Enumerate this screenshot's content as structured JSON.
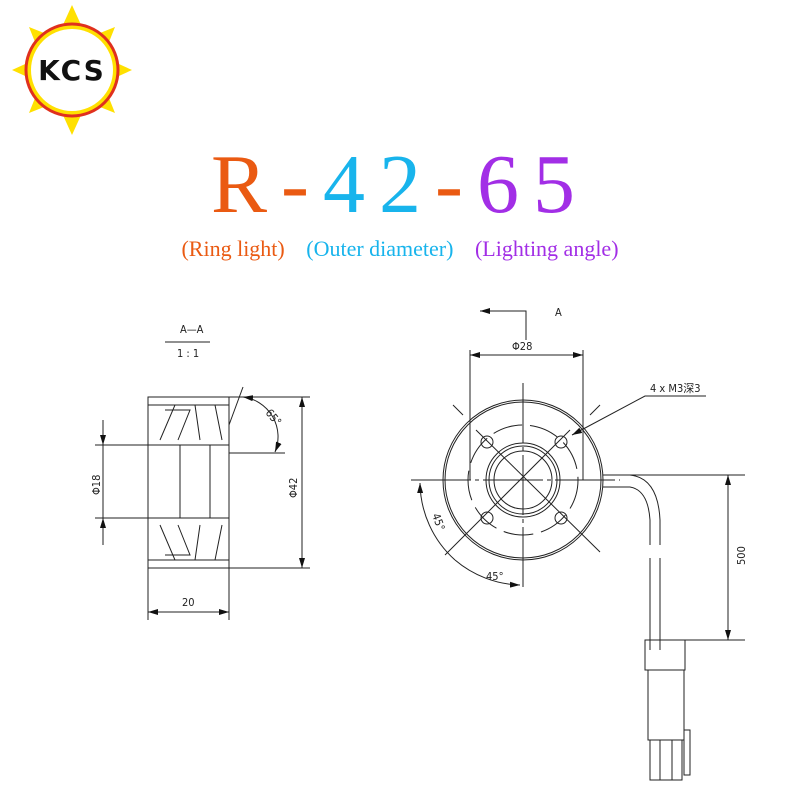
{
  "logo": {
    "text": "KCS",
    "colors": {
      "sun": "#ffe000",
      "ring": "#e0301e"
    }
  },
  "title": {
    "parts": [
      {
        "text": "R",
        "color": "#ea5a12"
      },
      {
        "text": "-",
        "color": "#ea5a12"
      },
      {
        "text": "42",
        "color": "#18b4ec"
      },
      {
        "text": "-",
        "color": "#ea5a12"
      },
      {
        "text": "65",
        "color": "#a22ee6"
      }
    ]
  },
  "subtitles": [
    {
      "text": "(Ring light)",
      "color": "#ea5a12"
    },
    {
      "text": "(Outer diameter)",
      "color": "#18b4ec"
    },
    {
      "text": "(Lighting angle)",
      "color": "#a22ee6"
    }
  ],
  "section_view": {
    "label": "A—A",
    "scale": "1 : 1",
    "dim_outer": "Φ42",
    "dim_inner": "Φ18",
    "dim_length": "20",
    "angle": "65°"
  },
  "front_view": {
    "section_mark": "A",
    "dim_bolt": "Φ28",
    "holes_note": "4 x M3深3",
    "angle1": "45°",
    "angle2": "45°",
    "cable_length": "500"
  }
}
